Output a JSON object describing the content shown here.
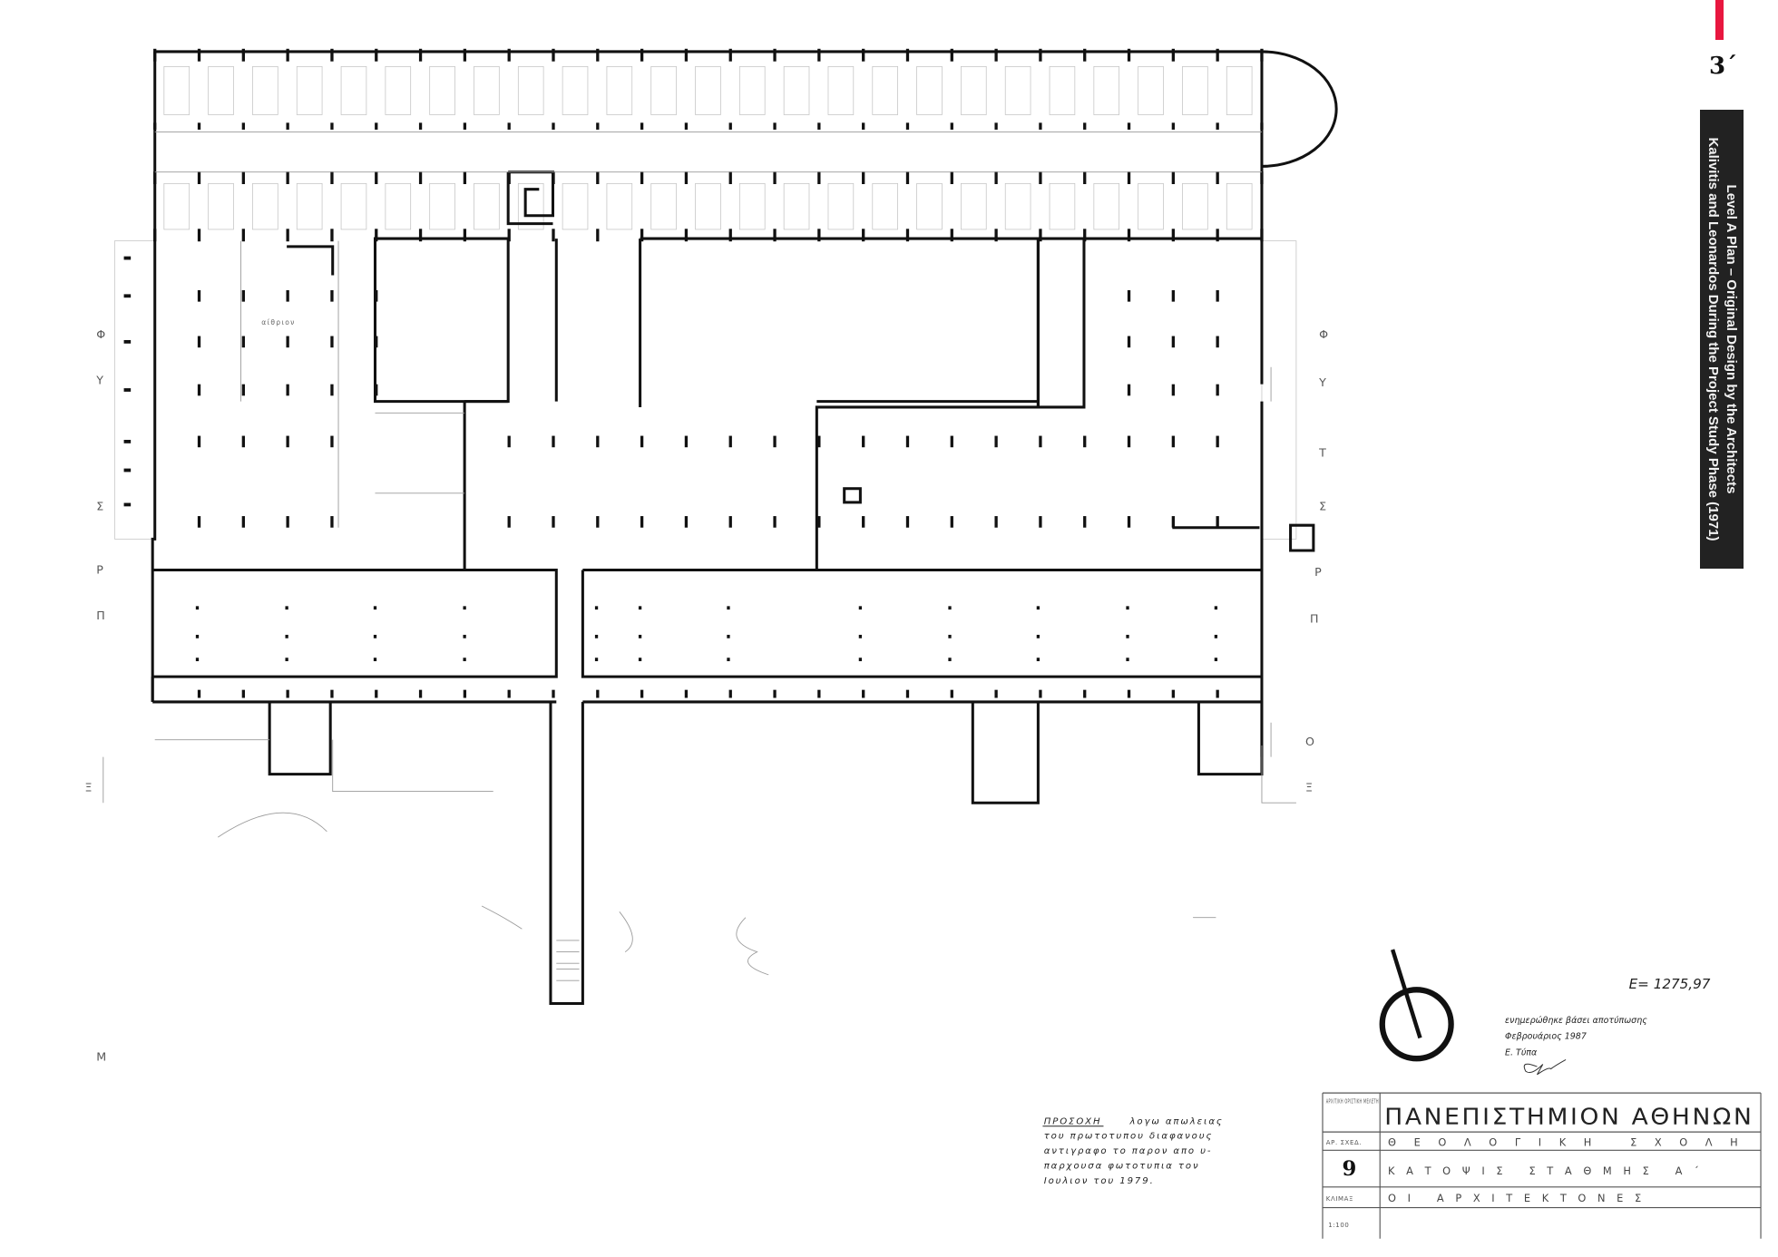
{
  "sheet": {
    "number": "3΄",
    "marker_color": "#e8173f",
    "caption_line1": "Level A Plan – Original Design by the Architects",
    "caption_line2": "Kalivitis and Leonardos During the Project Study Phase (1971)"
  },
  "plan": {
    "rooms": [
      {
        "label": "αίθριον"
      }
    ],
    "grid_letters_left": [
      "Φ",
      "Υ",
      "Σ",
      "Ρ",
      "Π",
      "Ξ",
      "Μ"
    ],
    "grid_letters_right": [
      "Φ",
      "Υ",
      "Τ",
      "Σ",
      "Ρ",
      "Π",
      "Ο",
      "Ξ"
    ]
  },
  "notes": {
    "scale_reference": "Ε= 1275,97",
    "update_note": [
      "ενημερώθηκε βάσει αποτύπωσης",
      "Φεβρουάριος 1987",
      "Ε. Τύπα"
    ],
    "warning_title": "ΠΡΟΣΟΧΗ",
    "warning_lines": [
      "λογω απωλειας",
      "του πρωτοτυπου διαφανους",
      "αντιγραφο το παρον απο υ-",
      "παρχουσα φωτοτυπια τον",
      "Ιουλιον του 1979."
    ]
  },
  "title_block": {
    "label_study": "ΑΡΧΙΤ/ΚΗ ΟΡΙΣΤΙΚΗ ΜΕΛΕΤΗ",
    "label_sheet_no": "ΑΡ. ΣΧΕΔ.",
    "sheet_no": "9",
    "label_scale": "ΚΛΙΜΑΞ",
    "scale": "1:100",
    "institution": "ΠΑΝΕΠΙΣΤΗΜΙΟΝ ΑΘΗΝΩΝ",
    "faculty": "ΘΕΟΛΟΓΙΚΗ ΣΧΟΛΗ",
    "drawing": "ΚΑΤΟΨΙΣ ΣΤΑΘΜΗΣ Α΄",
    "authors": "ΟΙ ΑΡΧΙΤΕΚΤΟΝΕΣ"
  }
}
